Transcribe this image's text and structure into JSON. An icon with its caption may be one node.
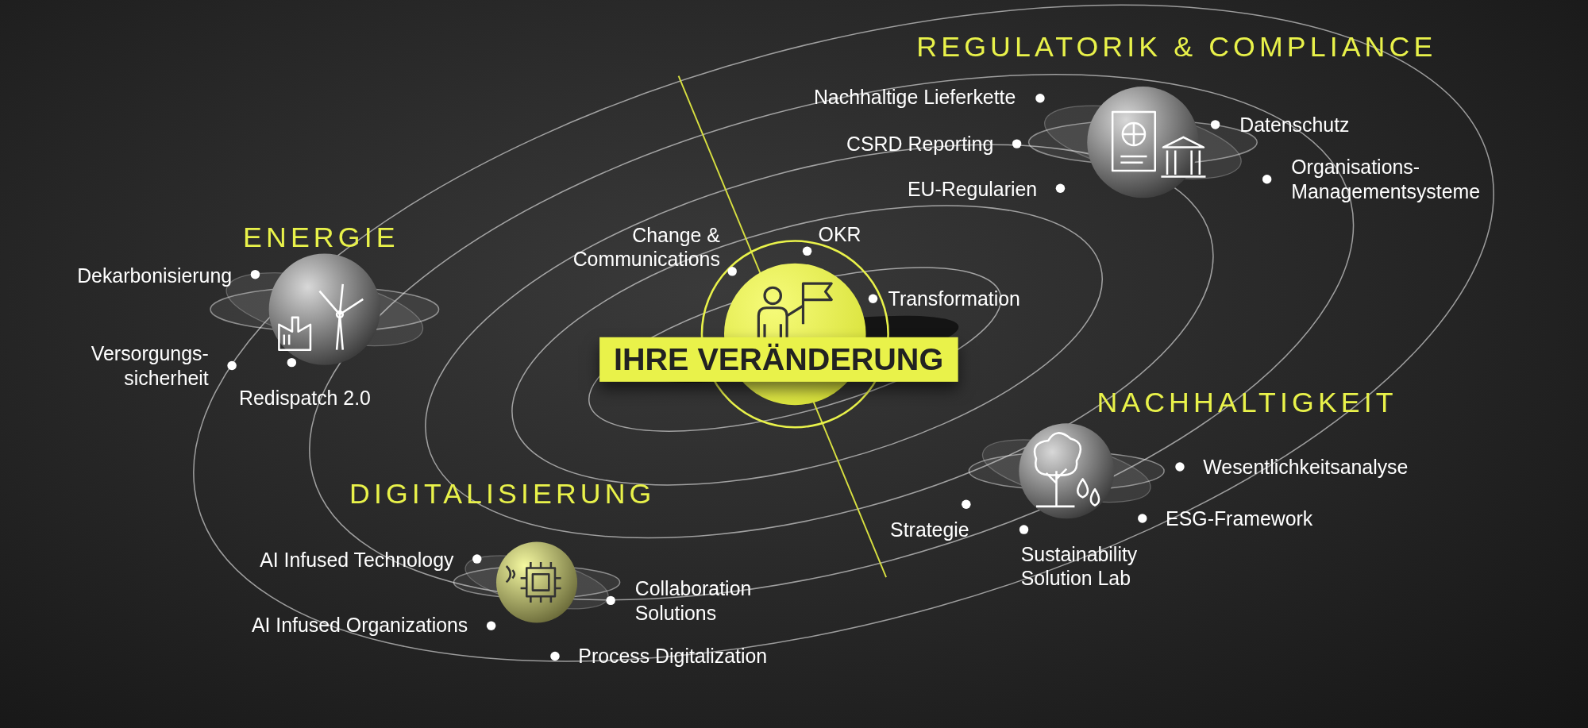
{
  "diagram": {
    "nodes": [
      {
        "text": [
          "REGULATORIK & COMPLIANCE"
        ],
        "beside": [
          "Nachhaltige Lieferkette",
          "Datenschutz",
          "CSRD Reporting",
          "EU-Regularien",
          "Organisations- Managementsysteme"
        ]
      },
      {
        "text": [
          "ENERGIE"
        ],
        "beside": [
          "Dekarbonisierung",
          "Versorgungs- sicherheit",
          "Redispatch 2.0"
        ]
      },
      {
        "text": [
          "IHRE VERÄNDERUNG"
        ],
        "beside": [
          "Change & Communications",
          "OKR",
          "Transformation"
        ]
      },
      {
        "text": [
          "NACHHALTIGKEIT"
        ],
        "beside": [
          "Wesentlichkeitsanalyse",
          "Strategie",
          "ESG-Framework",
          "Sustainability Solution Lab"
        ]
      },
      {
        "text": [
          "DIGITALISIERUNG"
        ],
        "beside": [
          "AI Infused Technology",
          "Collaboration Solutions",
          "AI Infused Organizations",
          "Process Digitalization"
        ]
      }
    ]
  }
}
